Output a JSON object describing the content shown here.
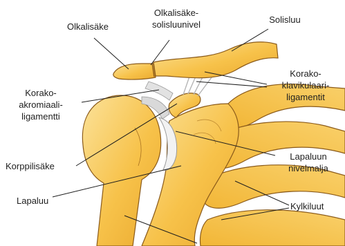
{
  "labels": {
    "olkalisake": "Olkalisäke",
    "olkalisake_solisluunivel_1": "Olkalisäke-",
    "olkalisake_solisluunivel_2": "solisluunivel",
    "solisluu": "Solisluu",
    "korako_klavikulaari_1": "Korako-",
    "korako_klavikulaari_2": "klavikulaari-",
    "korako_klavikulaari_3": "ligamentit",
    "korako_akromiaali_1": "Korako-",
    "korako_akromiaali_2": "akromiaali-",
    "korako_akromiaali_3": "ligamentti",
    "korppilisake": "Korppilisäke",
    "lapaluun_nivelmalja_1": "Lapaluun",
    "lapaluun_nivelmalja_2": "nivelmalja",
    "lapaluu": "Lapaluu",
    "kylkiluut": "Kylkiluut"
  },
  "colors": {
    "bone_fill": "#f7c24a",
    "bone_light": "#fbe29a",
    "bone_outline": "#8a5a1a",
    "ligament": "#c9c9c9",
    "leader_line": "#1e1e1e",
    "text": "#1e1e1e"
  }
}
